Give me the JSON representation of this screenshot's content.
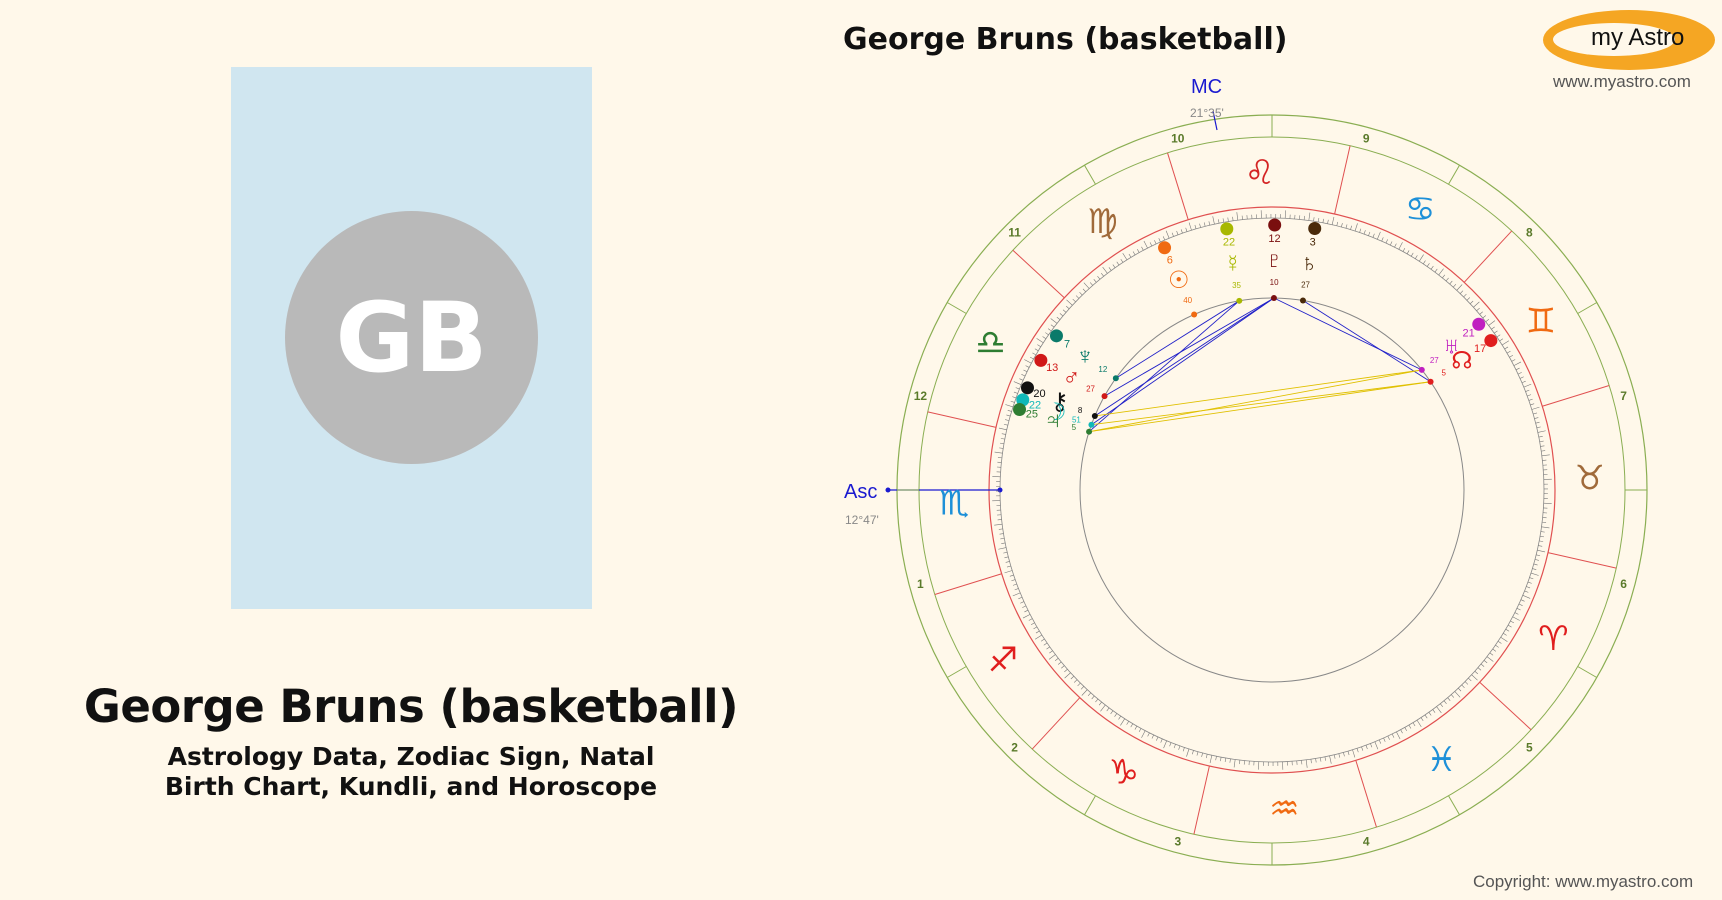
{
  "profile": {
    "initials": "GB",
    "name": "George Bruns (basketball)",
    "subtitle_line1": "Astrology Data, Zodiac Sign, Natal",
    "subtitle_line2": "Birth Chart, Kundli, and Horoscope"
  },
  "header": {
    "chart_title": "George Bruns (basketball)",
    "logo_text": "my Astro",
    "site_url": "www.myastro.com"
  },
  "footer": {
    "copyright": "Copyright: www.myastro.com"
  },
  "chart": {
    "ascendant": {
      "label": "Asc",
      "degree_text": "12°47'"
    },
    "midheaven": {
      "label": "MC",
      "degree_text": "21°35'"
    },
    "signs": [
      {
        "name": "leo",
        "glyph": "♌",
        "color": "#d42424"
      },
      {
        "name": "cancer",
        "glyph": "♋",
        "color": "#1e90d8"
      },
      {
        "name": "gemini",
        "glyph": "♊",
        "color": "#f06a12"
      },
      {
        "name": "taurus",
        "glyph": "♉",
        "color": "#a06a3a"
      },
      {
        "name": "aries",
        "glyph": "♈",
        "color": "#e01e1e"
      },
      {
        "name": "pisces",
        "glyph": "♓",
        "color": "#1e90d8"
      },
      {
        "name": "aquarius",
        "glyph": "♒",
        "color": "#f06a12"
      },
      {
        "name": "capricorn",
        "glyph": "♑",
        "color": "#e01e1e"
      },
      {
        "name": "sagittarius",
        "glyph": "♐",
        "color": "#e01e1e"
      },
      {
        "name": "scorpio",
        "glyph": "♏",
        "color": "#1e90d8"
      },
      {
        "name": "libra",
        "glyph": "♎",
        "color": "#2e7d32"
      },
      {
        "name": "virgo",
        "glyph": "♍",
        "color": "#a06a3a"
      }
    ],
    "house_numbers": [
      "1",
      "2",
      "3",
      "4",
      "5",
      "6",
      "7",
      "8",
      "9",
      "10",
      "11",
      "12"
    ],
    "planets": [
      {
        "name": "sun",
        "glyph": "☉",
        "degree": "6",
        "minutes": "40",
        "color": "#f06a12"
      },
      {
        "name": "mercury",
        "glyph": "☿",
        "degree": "22",
        "minutes": "35",
        "color": "#a8b800"
      },
      {
        "name": "pluto",
        "glyph": "♇",
        "degree": "12",
        "minutes": "10",
        "color": "#7a0f0f"
      },
      {
        "name": "saturn",
        "glyph": "♄",
        "degree": "3",
        "minutes": "27",
        "color": "#4a2a0a"
      },
      {
        "name": "uranus",
        "glyph": "♅",
        "degree": "21",
        "minutes": "27",
        "color": "#c020c0"
      },
      {
        "name": "node",
        "glyph": "☊",
        "degree": "17",
        "minutes": "5",
        "color": "#e01e1e"
      },
      {
        "name": "neptune",
        "glyph": "♆",
        "degree": "7",
        "minutes": "12",
        "color": "#0a7a6a"
      },
      {
        "name": "mars",
        "glyph": "♂",
        "degree": "13",
        "minutes": "27",
        "color": "#d01818"
      },
      {
        "name": "chiron",
        "glyph": "⚷",
        "degree": "20",
        "minutes": "8",
        "color": "#111111"
      },
      {
        "name": "moon",
        "glyph": "☽",
        "degree": "22",
        "minutes": "51",
        "color": "#10b8b8"
      },
      {
        "name": "jupiter",
        "glyph": "♃",
        "degree": "25",
        "minutes": "5",
        "color": "#2e7d32"
      }
    ]
  }
}
